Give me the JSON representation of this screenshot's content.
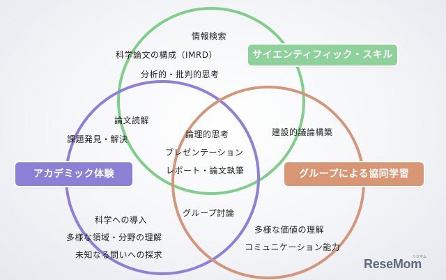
{
  "diagram": {
    "circles": {
      "science": {
        "color": "#7fcf8a"
      },
      "academic": {
        "color": "#8f7fd8"
      },
      "group": {
        "color": "#d4967a"
      }
    },
    "tags": {
      "science": {
        "label": "サイエンティフィック・スキル",
        "color": "#8fd19a"
      },
      "academic": {
        "label": "アカデミック体験",
        "color": "#8b7fd6"
      },
      "group": {
        "label": "グループによる協同学習",
        "color": "#d99674"
      }
    },
    "labels": {
      "info_search": "情報検索",
      "paper_structure": "科学論文の構成（IMRD）",
      "analytic_thinking": "分析的・批判的思考",
      "paper_reading": "論文読解",
      "problem_finding": "課題発見・解決",
      "logical_thinking": "論理的思考",
      "presentation": "プレゼンテーション",
      "report_writing": "レポート・論文執筆",
      "constructive_discussion": "建設的議論構築",
      "group_discussion": "グループ討論",
      "intro_science": "科学への導入",
      "diverse_fields": "多様な領域・分野の理解",
      "unknown_questions": "未知なる問いへの探求",
      "diverse_values": "多様な価値の理解",
      "communication": "コミュニケーション能力"
    }
  },
  "brand": {
    "name": "ReseMom",
    "kana": "リセマム"
  }
}
